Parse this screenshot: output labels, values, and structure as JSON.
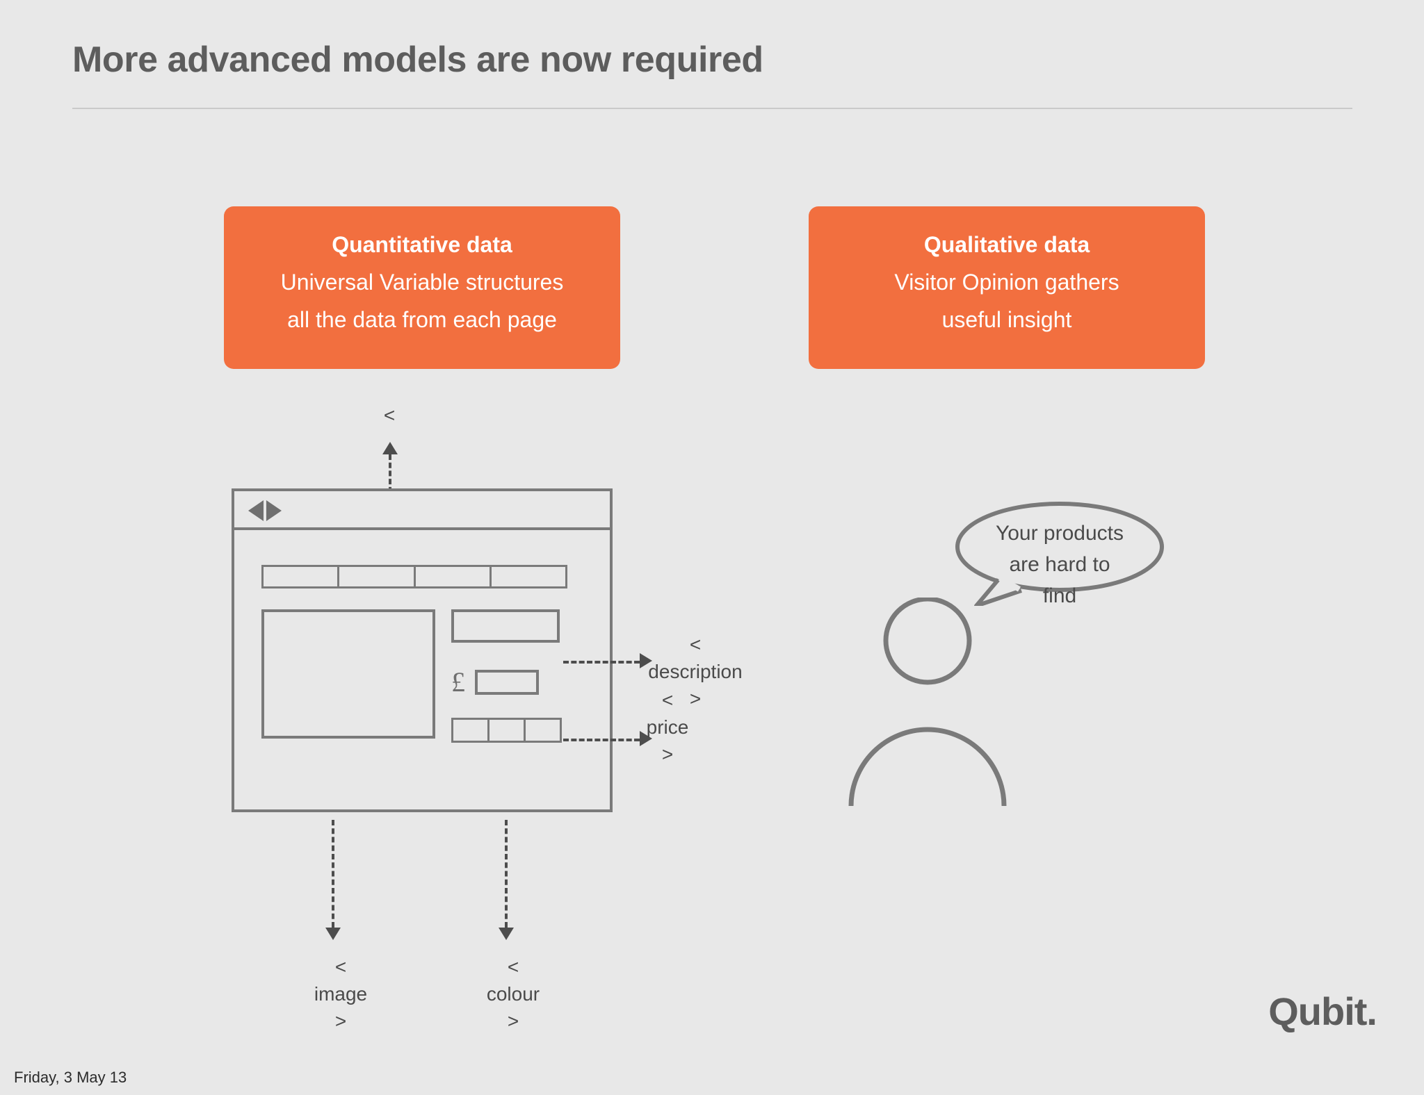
{
  "slide": {
    "title": "More advanced models are now required",
    "background_color": "#e8e8e8",
    "accent_color": "#f26f3f",
    "text_color": "#5d5d5d",
    "footer_date": "Friday, 3 May 13",
    "logo": "Qubit."
  },
  "cards": [
    {
      "title": "Quantitative data",
      "line1": "Universal Variable structures",
      "line2": "all the data from each page"
    },
    {
      "title": "Qualitative data",
      "line1": "Visitor Opinion gathers",
      "line2": "useful insight"
    }
  ],
  "browser": {
    "back_icon": "back-triangle-icon",
    "forward_icon": "forward-triangle-icon",
    "currency_symbol": "£",
    "tab_count": 4,
    "swatch_count": 3
  },
  "tags": {
    "top": {
      "open": "<",
      "name": "",
      "close": ""
    },
    "description": {
      "open": "<",
      "name": "description",
      "close": ">"
    },
    "price": {
      "open": "<",
      "name": "price",
      "close": ">"
    },
    "image": {
      "open": "<",
      "name": "image",
      "close": ">"
    },
    "colour": {
      "open": "<",
      "name": "colour",
      "close": ">"
    }
  },
  "speech": {
    "line1": "Your products",
    "line2": "are hard to",
    "line3": "find"
  }
}
